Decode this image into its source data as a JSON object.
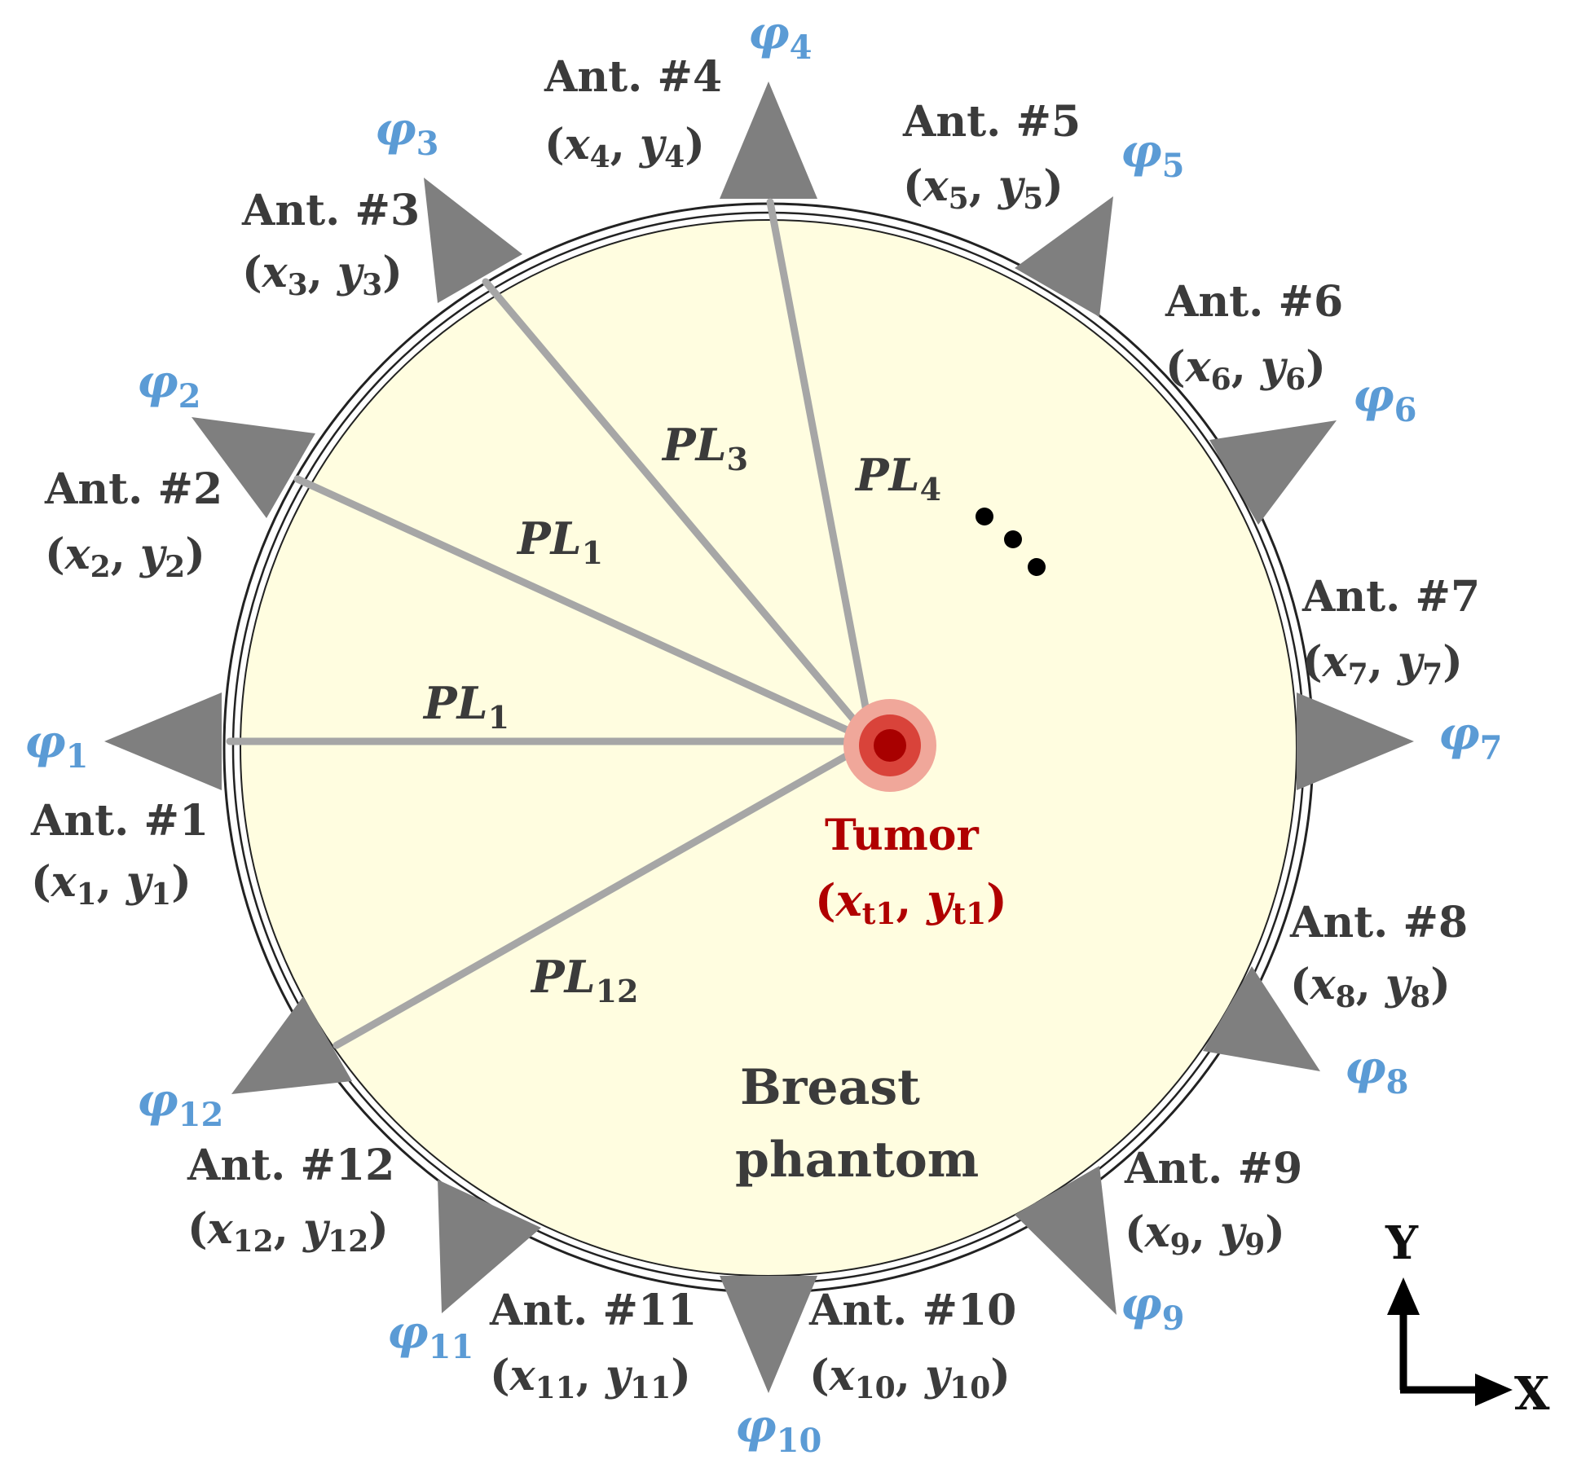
{
  "antennas": [
    {
      "name": "Ant. #1",
      "coord": [
        "x",
        "1",
        "y",
        "1"
      ],
      "phi": "1"
    },
    {
      "name": "Ant. #2",
      "coord": [
        "x",
        "2",
        "y",
        "2"
      ],
      "phi": "2"
    },
    {
      "name": "Ant. #3",
      "coord": [
        "x",
        "3",
        "y",
        "3"
      ],
      "phi": "3"
    },
    {
      "name": "Ant. #4",
      "coord": [
        "x",
        "4",
        "y",
        "4"
      ],
      "phi": "4"
    },
    {
      "name": "Ant. #5",
      "coord": [
        "x",
        "5",
        "y",
        "5"
      ],
      "phi": "5"
    },
    {
      "name": "Ant. #6",
      "coord": [
        "x",
        "6",
        "y",
        "6"
      ],
      "phi": "6"
    },
    {
      "name": "Ant. #7",
      "coord": [
        "x",
        "7",
        "y",
        "7"
      ],
      "phi": "7"
    },
    {
      "name": "Ant. #8",
      "coord": [
        "x",
        "8",
        "y",
        "8"
      ],
      "phi": "8"
    },
    {
      "name": "Ant. #9",
      "coord": [
        "x",
        "9",
        "y",
        "9"
      ],
      "phi": "9"
    },
    {
      "name": "Ant. #10",
      "coord": [
        "x",
        "10",
        "y",
        "10"
      ],
      "phi": "10"
    },
    {
      "name": "Ant. #11",
      "coord": [
        "x",
        "11",
        "y",
        "11"
      ],
      "phi": "11"
    },
    {
      "name": "Ant. #12",
      "coord": [
        "x",
        "12",
        "y",
        "12"
      ],
      "phi": "12"
    }
  ],
  "phi_symbol": "φ",
  "path_labels": [
    {
      "base": "PL",
      "sub": "1"
    },
    {
      "base": "PL",
      "sub": "1"
    },
    {
      "base": "PL",
      "sub": "3"
    },
    {
      "base": "PL",
      "sub": "4"
    },
    {
      "base": "PL",
      "sub": "12"
    }
  ],
  "tumor": {
    "label": "Tumor",
    "coord": [
      "x",
      "t1",
      "y",
      "t1"
    ]
  },
  "phantom": {
    "line1": "Breast",
    "line2": "phantom"
  },
  "axes": {
    "x": "X",
    "y": "Y"
  },
  "colors": {
    "phantom_fill": "#fffde0",
    "antenna": "#7f7f7f",
    "path_line": "#a6a6a6",
    "phi_label": "#5b9bd5",
    "tumor_text": "#b00000",
    "tumor_outer": "#f0a79a",
    "tumor_mid": "#d9433a",
    "tumor_inner": "#a80000"
  }
}
